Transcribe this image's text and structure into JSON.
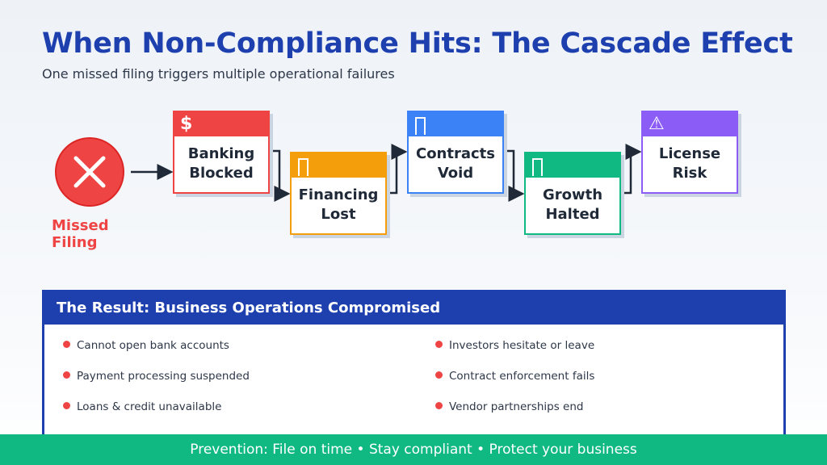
{
  "title": "When Non-Compliance Hits: The Cascade Effect",
  "subtitle": "One missed filing triggers multiple operational failures",
  "trigger": {
    "label_line1": "Missed",
    "label_line2": "Filing",
    "icon": "x-icon",
    "color": "#ef4444"
  },
  "steps": [
    {
      "line1": "Banking",
      "line2": "Blocked",
      "icon": "$",
      "color": "#ef4444"
    },
    {
      "line1": "Financing",
      "line2": "Lost",
      "icon": "missing-glyph",
      "color": "#f59e0b"
    },
    {
      "line1": "Contracts",
      "line2": "Void",
      "icon": "missing-glyph",
      "color": "#3b82f6"
    },
    {
      "line1": "Growth",
      "line2": "Halted",
      "icon": "missing-glyph",
      "color": "#10b981"
    },
    {
      "line1": "License",
      "line2": "Risk",
      "icon": "⚠",
      "color": "#8b5cf6"
    }
  ],
  "result": {
    "title": "The Result: Business Operations Compromised",
    "left": [
      "Cannot open bank accounts",
      "Payment processing suspended",
      "Loans & credit unavailable"
    ],
    "right": [
      "Investors hesitate or leave",
      "Contract enforcement fails",
      "Vendor partnerships end"
    ]
  },
  "footer": "Prevention: File on time • Stay compliant • Protect your business"
}
